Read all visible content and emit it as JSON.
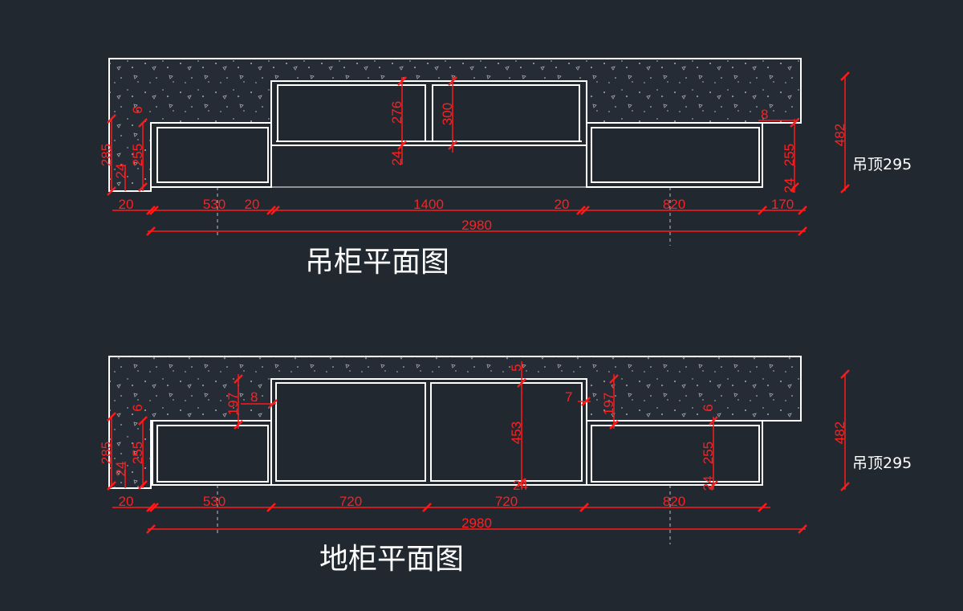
{
  "colors": {
    "background": "#212830",
    "lines": "#ffffff",
    "dimensions": "#ff1a1a"
  },
  "upper_plan": {
    "title": "吊柜平面图",
    "side_note": "吊顶295",
    "right_height": "482",
    "dims": {
      "h285": "285",
      "h24": "24",
      "h255": "255",
      "h6": "6",
      "h276": "276",
      "h24b": "24",
      "h300": "300",
      "h8": "8",
      "h255r": "255",
      "h24r": "24",
      "w20a": "20",
      "w530": "530",
      "w20b": "20",
      "w1400": "1400",
      "w20c": "20",
      "w820": "820",
      "w170": "170",
      "total": "2980"
    }
  },
  "lower_plan": {
    "title": "地柜平面图",
    "side_note": "吊顶295",
    "right_height": "482",
    "dims": {
      "h285": "285",
      "h24": "24",
      "h255": "255",
      "h6": "6",
      "h197": "197",
      "h8": "8",
      "h5": "5",
      "h453": "453",
      "h7": "7",
      "h197r": "197",
      "h6r": "6",
      "h255r": "255",
      "h24r": "24",
      "hbot": "24",
      "w20": "20",
      "w530": "530",
      "w720a": "720",
      "w720b": "720",
      "w820": "820",
      "total": "2980"
    }
  }
}
